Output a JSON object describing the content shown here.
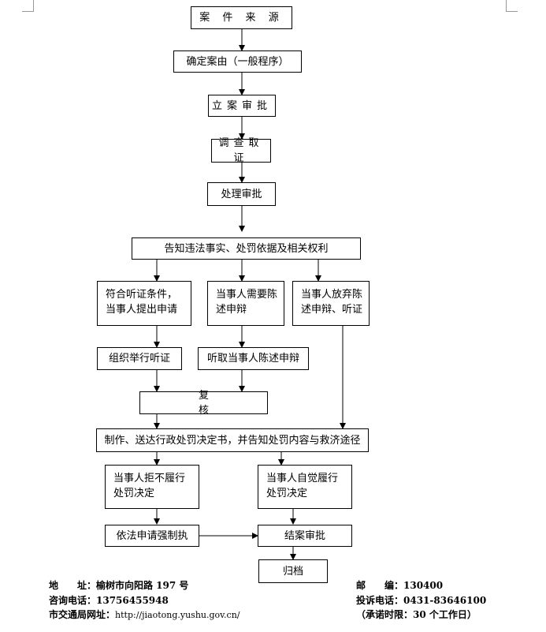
{
  "flowchart": {
    "source": "案 件 来 源",
    "determine_cause": "确定案由（一般程序）",
    "filing_approval": "立案审批",
    "investigation": "调查取证",
    "handling_approval": "处理审批",
    "notify": "告知违法事实、处罚依据及相关权利",
    "hearing_apply": "符合听证条件，当事人提出申请",
    "need_defense": "当事人需要陈述申辩",
    "waive_defense": "当事人放弃陈述申辩、听证",
    "organize_hearing": "组织举行听证",
    "hear_defense": "听取当事人陈述申辩",
    "review": "复 核",
    "make_decision": "制作、送达行政处罚决定书，并告知处罚内容与救济途径",
    "refuse": "当事人拒不履行处罚决定",
    "comply": "当事人自觉履行处罚决定",
    "enforce": "依法申请强制执",
    "closing_approval": "结案审批",
    "archive": "归档"
  },
  "footer": {
    "address": "地　　址：榆树市向阳路 197 号",
    "postcode": "邮　　编：130400",
    "consult_phone": "咨询电话：13756455948",
    "complaint_phone": "投诉电话：0431-83646100",
    "website_label": "市交通局网址：",
    "website_url": "http://jiaotong.yushu.gov.cn/",
    "time_limit": "（承诺时限：30 个工作日）"
  }
}
